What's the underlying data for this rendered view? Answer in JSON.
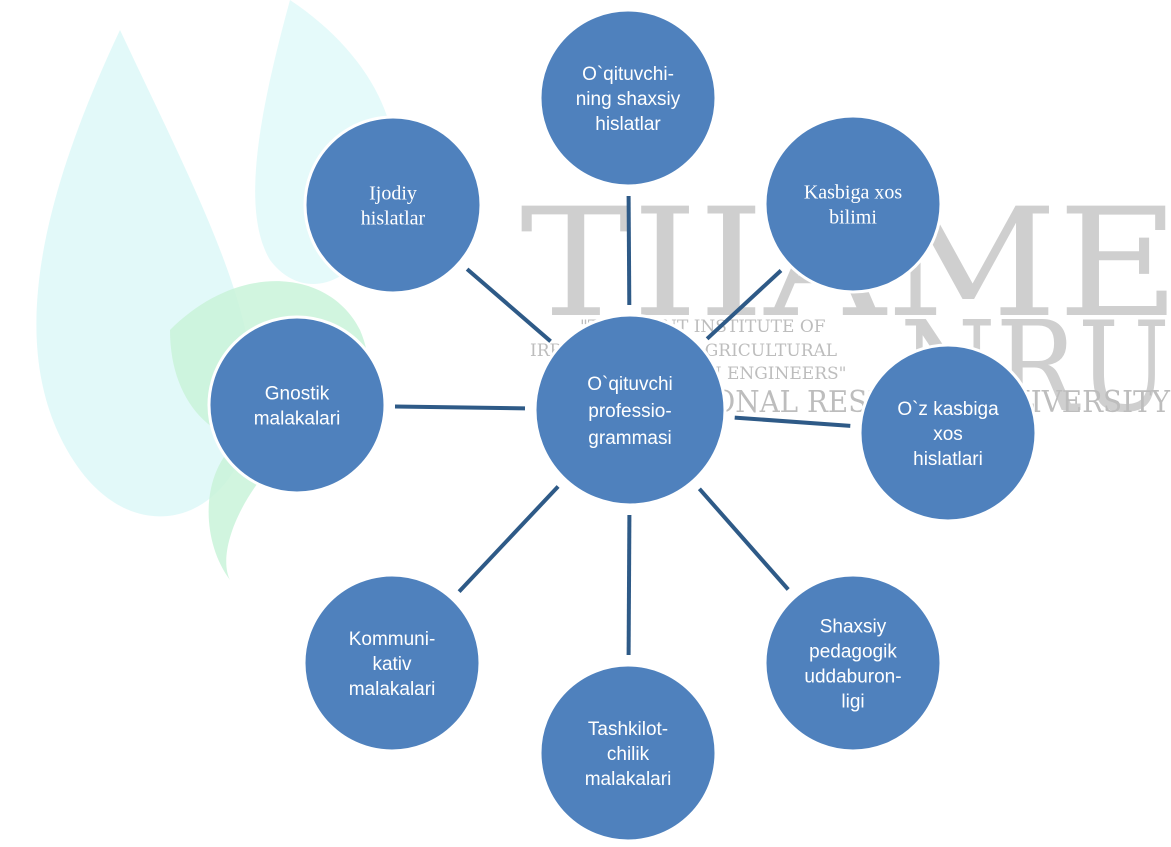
{
  "watermark": {
    "big_line_1": "TIIAME",
    "big_line_2": "NRU",
    "small_line_1": "\"TASHKENT INSTITUTE OF",
    "small_line_2": "IRRIGATION AND AGRICULTURAL",
    "small_line_3": "MECHANIZATION ENGINEERS\"",
    "small_line_4": "NATIONAL RESEARCH UNIVERSITY"
  },
  "colors": {
    "node_fill": "#4f81bd",
    "node_stroke": "#ffffff",
    "connector": "#2e5a87",
    "leaf_watermark": "#d9f7f7",
    "leaf_watermark_accent": "#b8f0c8"
  },
  "diagram": {
    "center": {
      "lines": [
        "O`qituvchi",
        "professio-",
        "grammasi"
      ]
    },
    "nodes": [
      {
        "id": "shaxsiy-hislatlar",
        "lines": [
          "O`qituvchi-",
          "ning shaxsiy",
          "hislatlar"
        ]
      },
      {
        "id": "kasbiga-xos-bilimi",
        "lines": [
          "Kasbiga xos",
          "bilimi"
        ]
      },
      {
        "id": "oz-kasbiga-xos-hislatlari",
        "lines": [
          "O`z kasbiga",
          "xos",
          "hislatlari"
        ]
      },
      {
        "id": "shaxsiy-pedagogik-uddaburonligi",
        "lines": [
          "Shaxsiy",
          "pedagogik",
          "uddaburon-",
          "ligi"
        ]
      },
      {
        "id": "tashkilotchilik-malakalari",
        "lines": [
          "Tashkilot-",
          "chilik",
          "malakalari"
        ]
      },
      {
        "id": "kommunikativ-malakalari",
        "lines": [
          "Kommuni-",
          "kativ",
          "malakalari"
        ]
      },
      {
        "id": "gnostik-malakalari",
        "lines": [
          "Gnostik",
          "malakalari"
        ]
      },
      {
        "id": "ijodiy-hislatlar",
        "lines": [
          "Ijodiy",
          "hislatlar"
        ]
      }
    ]
  }
}
